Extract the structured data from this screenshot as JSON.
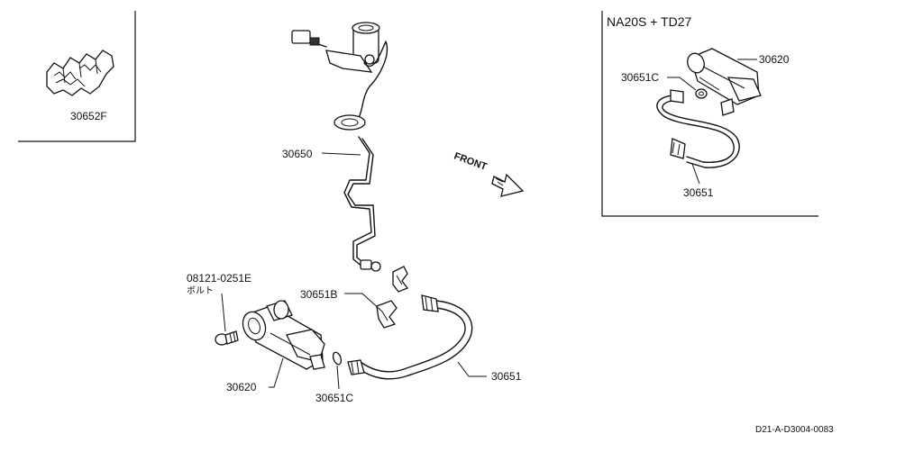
{
  "inset_box_title": "NA20S + TD27",
  "labels": {
    "p30652F": "30652F",
    "p30650": "30650",
    "bolt_number": "08121-0251E",
    "bolt_jp": "ボルト",
    "p30651B": "30651B",
    "p30620_main": "30620",
    "p30651C_main": "30651C",
    "p30651_main": "30651",
    "p30620_inset": "30620",
    "p30651C_inset": "30651C",
    "p30651_inset": "30651",
    "front": "FRONT",
    "diagram_code": "D21-A-D3004-0083"
  }
}
